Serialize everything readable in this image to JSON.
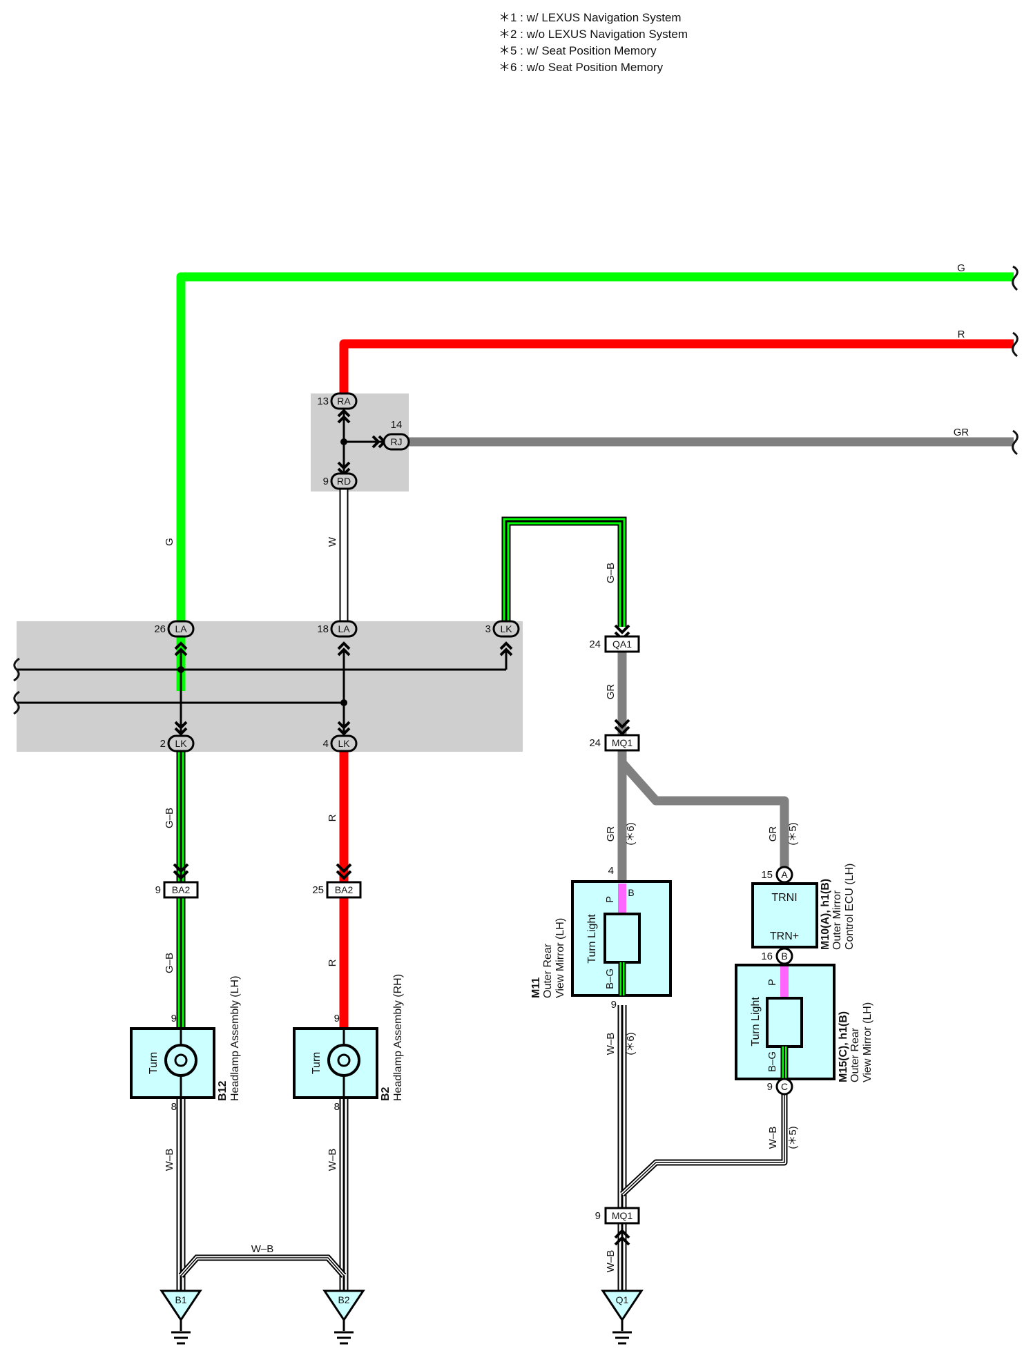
{
  "notes": [
    "＊1 : w/ LEXUS Navigation System",
    "＊2 : w/o LEXUS Navigation System",
    "＊5 : w/ Seat Position Memory",
    "＊6 : w/o Seat Position Memory"
  ],
  "colors": {
    "green": "#00ff00",
    "red": "#ff0000",
    "gray_wire": "#808080",
    "junction_box": "#cfcfcf",
    "component_fill": "#ccffff",
    "pink": "#ff66ff",
    "black": "#000000"
  },
  "wires": {
    "g_top": "G",
    "r_top": "R",
    "gr_top": "GR",
    "w": "W",
    "g_left": "G",
    "gb_top": "G–B",
    "gr_qa1": "GR",
    "gb_2": "G–B",
    "r_4": "R",
    "gb_ba2": "G–B",
    "r_ba2": "R",
    "wb_b12": "W–B",
    "wb_b2": "W–B",
    "wb_mid": "W–B",
    "gr_m11": "GR",
    "gr_m10": "GR",
    "wb_m11": "W–B",
    "wb_m15": "W–B",
    "wb_q1": "W–B",
    "opt6a": "(＊6)",
    "opt5a": "(＊5)",
    "opt6b": "(＊6)",
    "opt5b": "(＊5)"
  },
  "connectors": {
    "RA": "RA",
    "RJ": "RJ",
    "RD": "RD",
    "LA1": "LA",
    "LA2": "LA",
    "LK3": "LK",
    "LK2": "LK",
    "LK4": "LK",
    "BA2_1": "BA2",
    "BA2_2": "BA2",
    "QA1": "QA1",
    "MQ1a": "MQ1",
    "MQ1b": "MQ1",
    "pinA": "A",
    "pinB": "B",
    "pinB2": "B",
    "pinC": "C"
  },
  "pins": {
    "p13": "13",
    "p14": "14",
    "p9a": "9",
    "p26": "26",
    "p18": "18",
    "p3": "3",
    "p2": "2",
    "p4": "4",
    "p9b": "9",
    "p25": "25",
    "p9c": "9",
    "p9d": "9",
    "p8a": "8",
    "p8b": "8",
    "p24a": "24",
    "p24b": "24",
    "p4m": "4",
    "p15": "15",
    "p16": "16",
    "p9m11": "9",
    "p9m15": "9",
    "p9mq1": "9"
  },
  "grounds": {
    "b1": "B1",
    "b2": "B2",
    "q1": "Q1"
  },
  "components": {
    "b12": {
      "code": "B12",
      "name": "Headlamp Assembly (LH)",
      "label": "Turn"
    },
    "b2": {
      "code": "B2",
      "name": "Headlamp Assembly (RH)",
      "label": "Turn"
    },
    "m11": {
      "code": "M11",
      "name1": "Outer Rear",
      "name2": "View Mirror (LH)",
      "label": "Turn Light",
      "term_p": "P",
      "term_bg": "B–G"
    },
    "m10": {
      "code": "M10(A), h1(B)",
      "name1": "Outer Mirror",
      "name2": "Control ECU (LH)",
      "trni": "TRNI",
      "trnp": "TRN+"
    },
    "m15": {
      "code": "M15(C), h1(B)",
      "name1": "Outer Rear",
      "name2": "View Mirror (LH)",
      "label": "Turn Light",
      "term_p": "P",
      "term_bg": "B–G"
    }
  }
}
